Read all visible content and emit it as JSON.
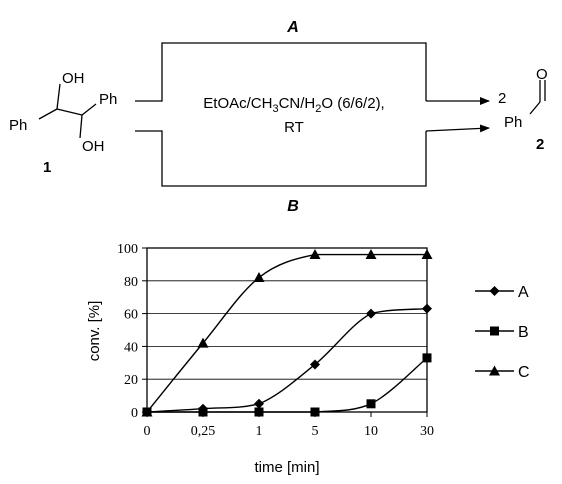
{
  "scheme": {
    "route_a_label": "A",
    "route_b_label": "B",
    "conditions_line1_parts": [
      "EtOAc/CH",
      "3",
      "CN/H",
      "2",
      "O (6/6/2),"
    ],
    "conditions_line2": "RT",
    "reactant": {
      "groups": [
        "OH",
        "Ph",
        "Ph",
        "OH"
      ],
      "number": "1"
    },
    "product": {
      "coefficient": "2",
      "group": "Ph",
      "carbonyl_atom": "O",
      "number": "2"
    }
  },
  "chart_data": {
    "type": "line",
    "xlabel": "time [min]",
    "ylabel": "conv. [%]",
    "categories": [
      "0",
      "0,25",
      "1",
      "5",
      "10",
      "30"
    ],
    "ylim": [
      0,
      100
    ],
    "yticks": [
      0,
      20,
      40,
      60,
      80,
      100
    ],
    "grid": "horizontal",
    "legend_position": "right",
    "series": [
      {
        "name": "A",
        "marker": "diamond",
        "values": [
          0,
          2,
          5,
          29,
          60,
          63
        ]
      },
      {
        "name": "B",
        "marker": "square",
        "values": [
          0,
          0,
          0,
          0,
          5,
          33
        ]
      },
      {
        "name": "C",
        "marker": "triangle",
        "values": [
          0,
          42,
          82,
          96,
          96,
          96
        ]
      }
    ]
  }
}
